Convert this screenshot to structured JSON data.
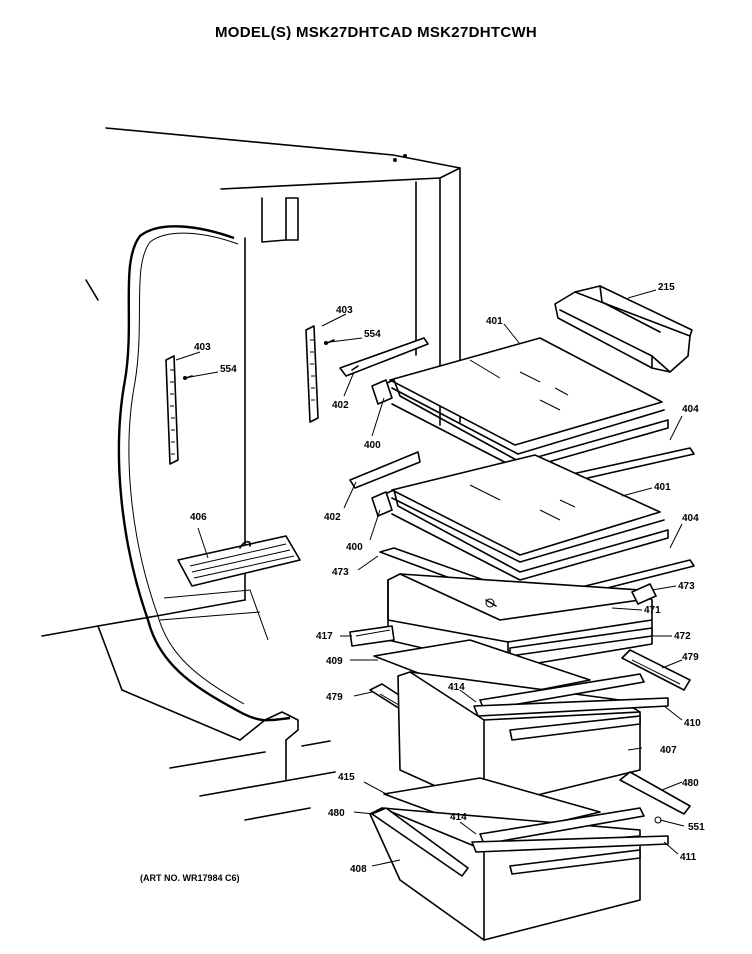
{
  "header": {
    "title": "MODEL(S) MSK27DHTCAD  MSK27DHTCWH"
  },
  "footer": {
    "art_number": "(ART NO. WR17984 C6)"
  },
  "callouts": [
    {
      "id": "c215",
      "text": "215"
    },
    {
      "id": "c401a",
      "text": "401"
    },
    {
      "id": "c403a",
      "text": "403"
    },
    {
      "id": "c554a",
      "text": "554"
    },
    {
      "id": "c403b",
      "text": "403"
    },
    {
      "id": "c554b",
      "text": "554"
    },
    {
      "id": "c402a",
      "text": "402"
    },
    {
      "id": "c400a",
      "text": "400"
    },
    {
      "id": "c404a",
      "text": "404"
    },
    {
      "id": "c401b",
      "text": "401"
    },
    {
      "id": "c402b",
      "text": "402"
    },
    {
      "id": "c400b",
      "text": "400"
    },
    {
      "id": "c404b",
      "text": "404"
    },
    {
      "id": "c406",
      "text": "406"
    },
    {
      "id": "c473a",
      "text": "473"
    },
    {
      "id": "c473b",
      "text": "473"
    },
    {
      "id": "c471",
      "text": "471"
    },
    {
      "id": "c417",
      "text": "417"
    },
    {
      "id": "c472",
      "text": "472"
    },
    {
      "id": "c409",
      "text": "409"
    },
    {
      "id": "c479a",
      "text": "479"
    },
    {
      "id": "c414a",
      "text": "414"
    },
    {
      "id": "c479b",
      "text": "479"
    },
    {
      "id": "c410",
      "text": "410"
    },
    {
      "id": "c407",
      "text": "407"
    },
    {
      "id": "c415",
      "text": "415"
    },
    {
      "id": "c480a",
      "text": "480"
    },
    {
      "id": "c480b",
      "text": "480"
    },
    {
      "id": "c414b",
      "text": "414"
    },
    {
      "id": "c551",
      "text": "551"
    },
    {
      "id": "c411",
      "text": "411"
    },
    {
      "id": "c408",
      "text": "408"
    }
  ]
}
